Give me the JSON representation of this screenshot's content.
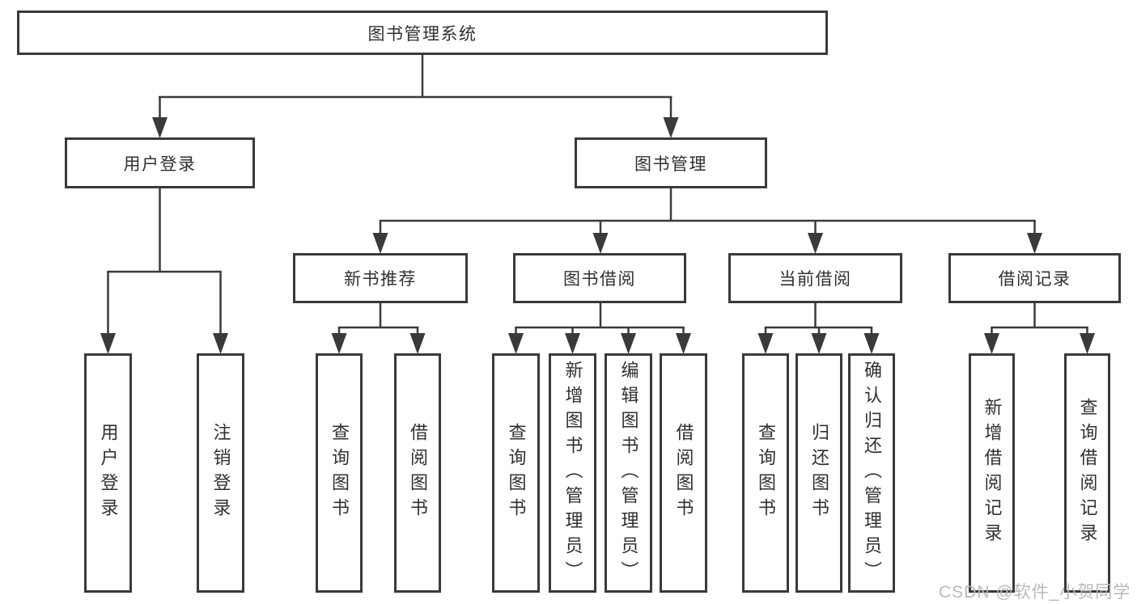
{
  "tree": {
    "root": "图书管理系统",
    "user_login": {
      "label": "用户登录",
      "children": [
        "用户登录",
        "注销登录"
      ]
    },
    "book_management": {
      "label": "图书管理",
      "sections": [
        {
          "label": "新书推荐",
          "children": [
            "查询图书",
            "借阅图书"
          ]
        },
        {
          "label": "图书借阅",
          "children": [
            "查询图书",
            "新增图书（管理员）",
            "编辑图书（管理员）",
            "借阅图书"
          ]
        },
        {
          "label": "当前借阅",
          "children": [
            "查询图书",
            "归还图书",
            "确认归还（管理员）"
          ]
        },
        {
          "label": "借阅记录",
          "children": [
            "新增借阅记录",
            "查询借阅记录"
          ]
        }
      ]
    }
  },
  "watermark": "CSDN @软件_小贺同学",
  "colors": {
    "line": "#3a3a3a",
    "text": "#303030",
    "watermark": "#b9b9b9",
    "background": "#ffffff"
  }
}
